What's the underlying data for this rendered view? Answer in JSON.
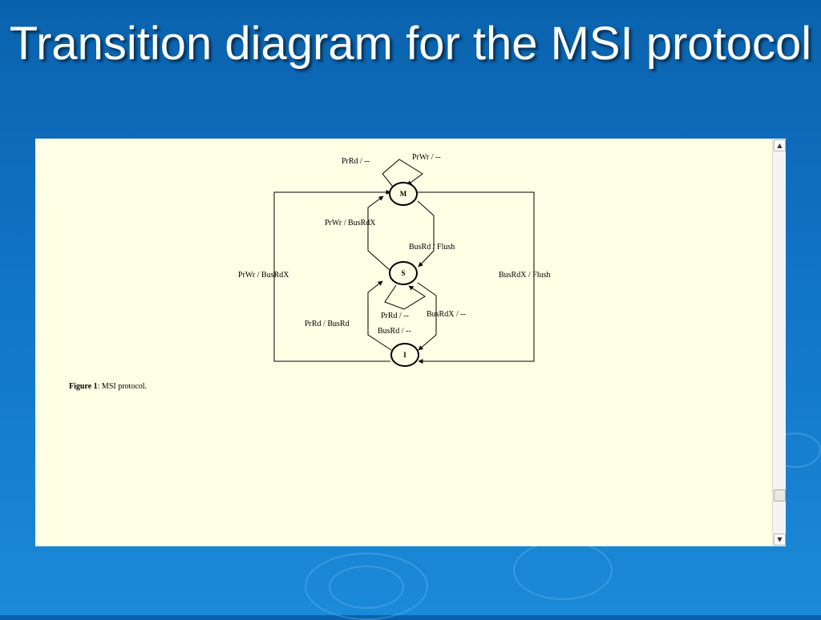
{
  "slide": {
    "title": "Transition diagram for the MSI protocol"
  },
  "diagram": {
    "states": {
      "m": "M",
      "s": "S",
      "i": "I"
    },
    "labels": {
      "m_self_prrd": "PrRd / --",
      "m_self_prwr": "PrWr / --",
      "s_to_m": "PrWr / BusRdX",
      "m_to_s": "BusRd / Flush",
      "i_to_m": "PrWr / BusRdX",
      "m_to_i": "BusRdX / Flush",
      "s_self_prrd": "PrRd / --",
      "s_to_i_busrdx": "BusRdX / --",
      "i_to_s": "PrRd / BusRd",
      "s_self_busrd": "BusRd / --"
    },
    "caption": {
      "label": "Figure 1",
      "text": ": MSI protocol."
    }
  },
  "scrollbar": {
    "up_icon": "arrow-up-icon",
    "down_icon": "arrow-down-icon"
  }
}
